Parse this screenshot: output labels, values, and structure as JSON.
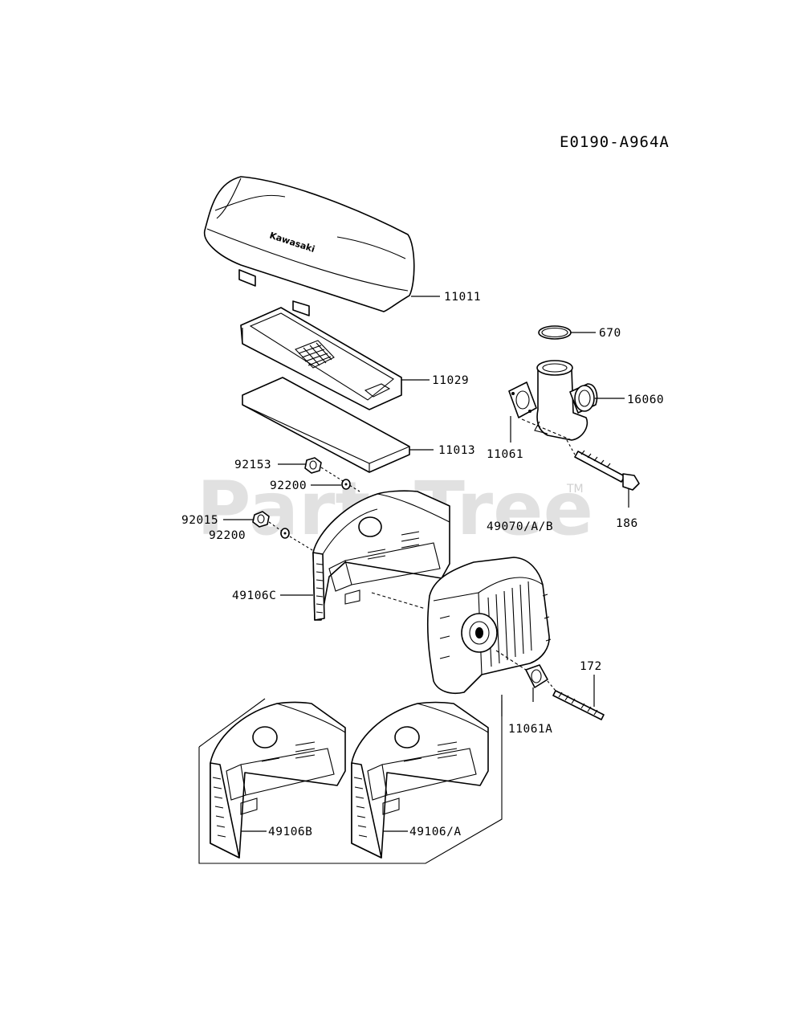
{
  "diagram_code": "E0190-A964A",
  "watermark": "PartsTree",
  "watermark_mark": "TM",
  "brand_on_cover": "Kawasaki",
  "parts": {
    "p11011": "11011",
    "p11029": "11029",
    "p11013": "11013",
    "p670": "670",
    "p16060": "16060",
    "p11061": "11061",
    "p92153": "92153",
    "p92200a": "92200",
    "p92015": "92015",
    "p92200b": "92200",
    "p49070": "49070/A/B",
    "p186": "186",
    "p49106C": "49106C",
    "p172": "172",
    "p11061A": "11061A",
    "p49106B": "49106B",
    "p49106A": "49106/A"
  }
}
